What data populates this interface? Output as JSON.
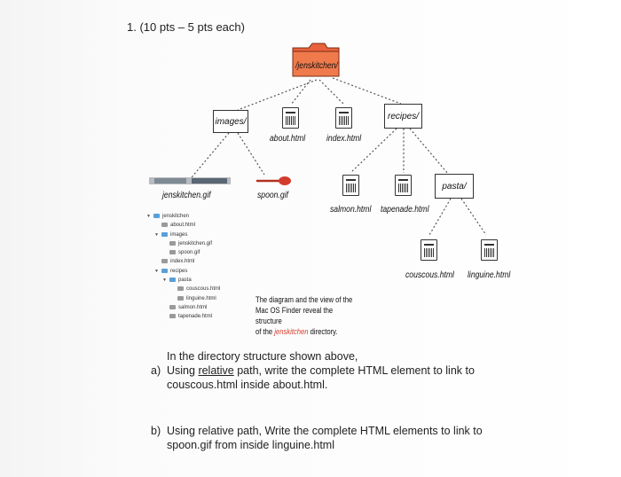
{
  "question": {
    "title": "1.  (10 pts – 5 pts each)",
    "intro": "In the directory structure shown above,",
    "part_a_marker": "a)",
    "part_a_pre": "Using ",
    "part_a_underlined": "relative",
    "part_a_post": " path, write the complete HTML element to link to",
    "part_a_line2": "couscous.html inside about.html.",
    "part_b_marker": "b)",
    "part_b_line1": "Using relative path, Write the complete HTML elements to link to",
    "part_b_line2": "spoon.gif from inside linguine.html"
  },
  "diagram": {
    "root": "/jenskitchen/",
    "images_folder": "images/",
    "recipes_folder": "recipes/",
    "pasta_folder": "pasta/",
    "about": "about.html",
    "index": "index.html",
    "jenskitchen_gif": "jenskitchen.gif",
    "spoon_gif": "spoon.gif",
    "salmon": "salmon.html",
    "tapenade": "tapenade.html",
    "couscous": "couscous.html",
    "linguine": "linguine.html",
    "caption_line1": "The diagram and the view of the",
    "caption_line2": "Mac OS Finder reveal the structure",
    "caption_line3_pre": "of the ",
    "caption_line3_highlight": "jenskitchen",
    "caption_line3_post": " directory.",
    "finder": [
      {
        "indent": 0,
        "tri": "▼",
        "icon": "folder",
        "name": "jenskitchen"
      },
      {
        "indent": 1,
        "tri": "",
        "icon": "file",
        "name": "about.html"
      },
      {
        "indent": 1,
        "tri": "▼",
        "icon": "folder",
        "name": "images"
      },
      {
        "indent": 2,
        "tri": "",
        "icon": "file",
        "name": "jenskitchen.gif"
      },
      {
        "indent": 2,
        "tri": "",
        "icon": "file",
        "name": "spoon.gif"
      },
      {
        "indent": 1,
        "tri": "",
        "icon": "file",
        "name": "index.html"
      },
      {
        "indent": 1,
        "tri": "▼",
        "icon": "folder",
        "name": "recipes"
      },
      {
        "indent": 2,
        "tri": "▼",
        "icon": "folder",
        "name": "pasta"
      },
      {
        "indent": 3,
        "tri": "",
        "icon": "file",
        "name": "couscous.html"
      },
      {
        "indent": 3,
        "tri": "",
        "icon": "file",
        "name": "linguine.html"
      },
      {
        "indent": 2,
        "tri": "",
        "icon": "file",
        "name": "salmon.html"
      },
      {
        "indent": 2,
        "tri": "",
        "icon": "file",
        "name": "tapenade.html"
      }
    ]
  },
  "colors": {
    "root_folder": "#e8623c",
    "spoon": "#d23c2c",
    "finder_folder": "#5aa0d8"
  }
}
